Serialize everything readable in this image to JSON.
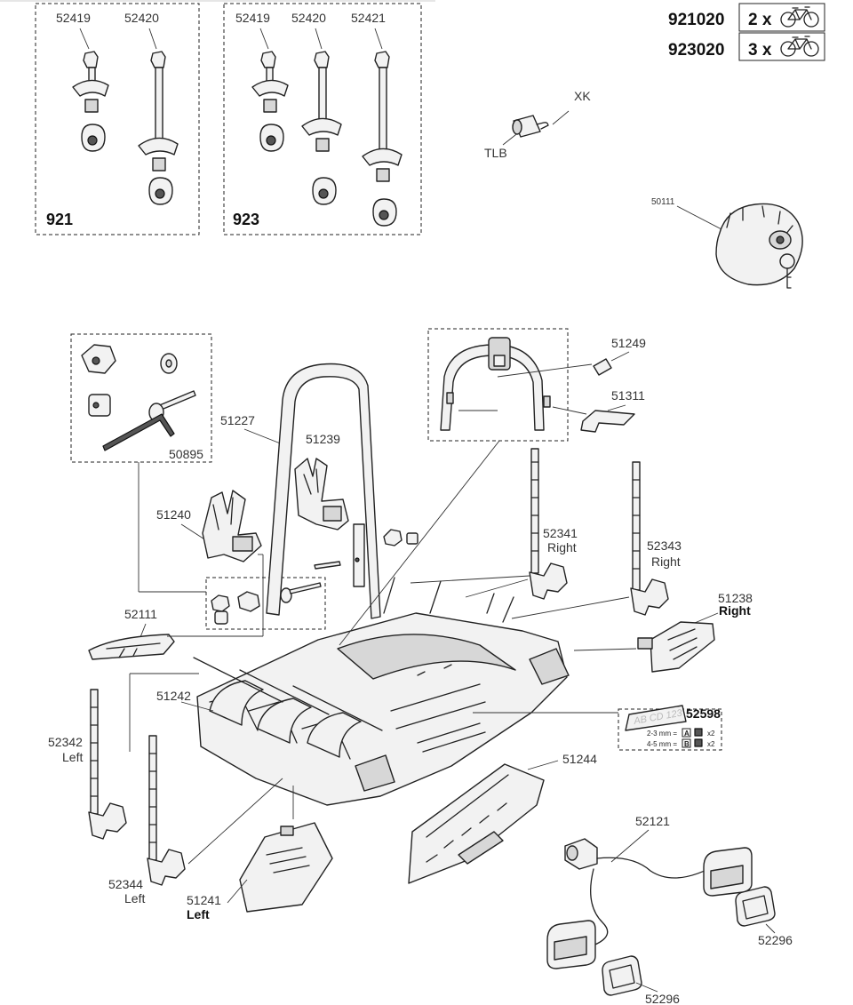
{
  "header": {
    "rows": [
      {
        "model": "921020",
        "count": "2 x",
        "icon": "bicycle-icon"
      },
      {
        "model": "923020",
        "count": "3 x",
        "icon": "bicycle-icon"
      }
    ]
  },
  "kits": {
    "k921": {
      "title": "921",
      "parts": [
        "52419",
        "52420"
      ]
    },
    "k923": {
      "title": "923",
      "parts": [
        "52419",
        "52420",
        "52421"
      ]
    }
  },
  "lock": {
    "xk": "XK",
    "tlb": "TLB",
    "knob": "50111"
  },
  "labels": {
    "p50895": "50895",
    "p51227": "51227",
    "p51239": "51239",
    "p51240": "51240",
    "p51249": "51249",
    "p51311": "51311",
    "p52341": "52341",
    "p52341_side": "Right",
    "p52343": "52343",
    "p52343_side": "Right",
    "p51238": "51238",
    "p51238_side": "Right",
    "p52111": "52111",
    "p51242": "51242",
    "p52342": "52342",
    "p52342_side": "Left",
    "p52344": "52344",
    "p52344_side": "Left",
    "p51241": "51241",
    "p51241_side": "Left",
    "p51244": "51244",
    "p52121": "52121",
    "p52296a": "52296",
    "p52296b": "52296"
  },
  "plate_box": {
    "title": "52598",
    "plate_text": "AB CD 123",
    "row1": "2-3 mm =",
    "row1_code": "A",
    "row2": "4-5 mm =",
    "row2_code": "B",
    "qty": "x2"
  }
}
